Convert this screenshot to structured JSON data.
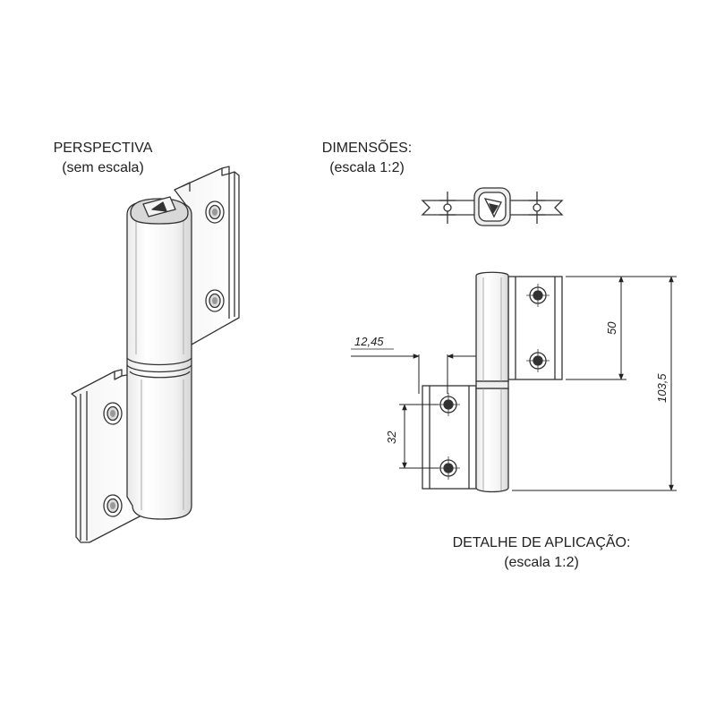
{
  "labels": {
    "perspective_title": "PERSPECTIVA",
    "perspective_sub": "(sem escala)",
    "dimensions_title": "DIMENSÕES:",
    "dimensions_sub": "(escala 1:2)",
    "application_title": "DETALHE DE APLICAÇÃO:",
    "application_sub": "(escala 1:2)"
  },
  "dimensions": {
    "offset": "12,45",
    "hole_spacing_lower": "32",
    "upper_leaf_height": "50",
    "total_height": "103,5"
  }
}
